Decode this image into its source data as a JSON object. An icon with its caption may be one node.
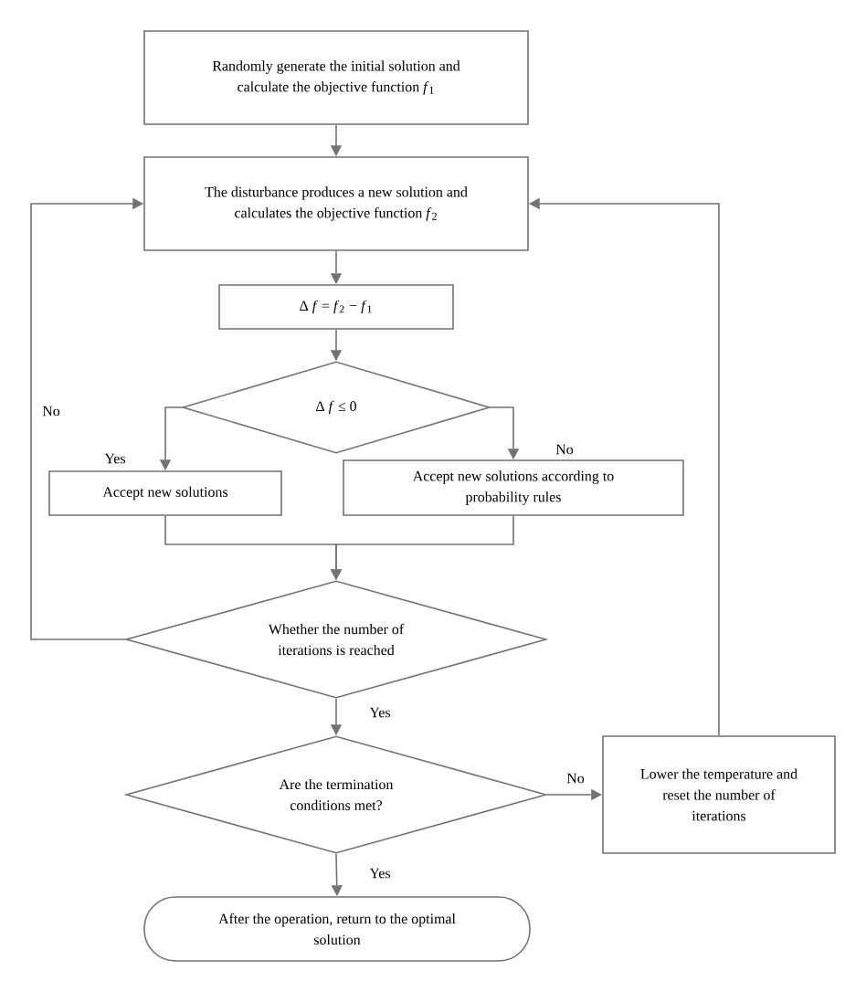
{
  "diagram": {
    "nodes": [
      {
        "text": [
          "Randomly generate the initial solution and calculate the objective function *f*$_{1}$"
        ]
      },
      {
        "text": [
          "The disturbance produces a new solution and calculates the objective function *f*$_{2}$"
        ]
      },
      {
        "text": [
          "Δ *f* = *f*$_{2}$ − *f*$_{1}$"
        ]
      },
      {
        "text": [
          "Δ *f* ≤ 0"
        ]
      },
      {
        "text": [
          "Accept new solutions"
        ]
      },
      {
        "text": [
          "Accept new solutions according to probability rules"
        ]
      },
      {
        "text": [
          "Whether the number of iterations is reached"
        ]
      },
      {
        "text": [
          "Are the termination conditions met?"
        ]
      },
      {
        "text": [
          "Lower the temperature and reset the number of iterations"
        ]
      },
      {
        "text": [
          "After the operation, return to the optimal solution"
        ]
      }
    ],
    "edges": [
      {
        "from": 0,
        "to": 1,
        "arrow": "to"
      },
      {
        "from": 1,
        "to": 2,
        "arrow": "to"
      },
      {
        "from": 2,
        "to": 3,
        "arrow": "to"
      },
      {
        "from": 3,
        "to": 4,
        "arrow": "to",
        "label": "Yes"
      },
      {
        "from": 3,
        "to": 5,
        "arrow": "to",
        "label": "No"
      },
      {
        "from": 4,
        "to": 6,
        "arrow": "to"
      },
      {
        "from": 5,
        "to": 6,
        "arrow": "to"
      },
      {
        "from": 6,
        "to": 1,
        "arrow": "to",
        "label": "No"
      },
      {
        "from": 6,
        "to": 7,
        "arrow": "to",
        "label": "Yes"
      },
      {
        "from": 7,
        "to": 8,
        "arrow": "to",
        "label": "No"
      },
      {
        "from": 7,
        "to": 9,
        "arrow": "to",
        "label": "Yes"
      },
      {
        "from": 8,
        "to": 1,
        "arrow": "to"
      }
    ]
  }
}
